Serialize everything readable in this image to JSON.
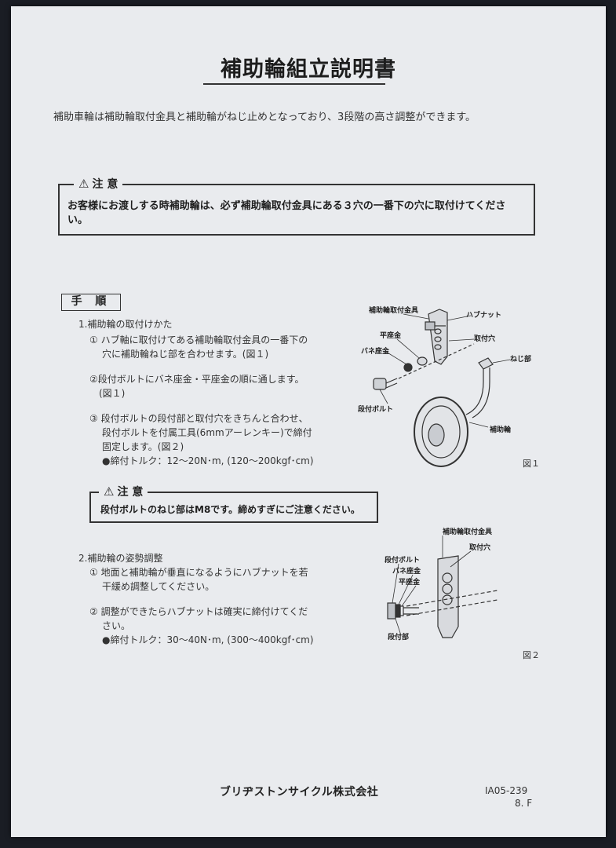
{
  "title": "補助輪組立説明書",
  "intro": "補助車輪は補助輪取付金具と補助輪がねじ止めとなっており、3段階の高さ調整ができます。",
  "caution_label": "注 意",
  "caution_main": "お客様にお渡しする時補助輪は、必ず補助輪取付金具にある３穴の一番下の穴に取付けてください。",
  "steps_label": "手 順",
  "section1": {
    "heading": "1.補助輪の取付けかた",
    "step1_line1": "① ハブ軸に取付けてある補助輪取付金具の一番下の",
    "step1_line2": "穴に補助輪ねじ部を合わせます。(図１)",
    "step2_line1": "②段付ボルトにバネ座金・平座金の順に通します。",
    "step2_line2": "(図１)",
    "step3_line1": "③ 段付ボルトの段付部と取付穴をきちんと合わせ、",
    "step3_line2": "段付ボルトを付属工具(6mmアーレンキー)で締付",
    "step3_line3": "固定します。(図２)",
    "torque": "●締付トルク：12〜20N･m, (120〜200kgf･cm)"
  },
  "caution2_label": "注 意",
  "caution2_text": "段付ボルトのねじ部はM8です。締めすぎにご注意ください。",
  "section2": {
    "heading": "2.補助輪の姿勢調整",
    "step1_line1": "① 地面と補助輪が垂直になるようにハブナットを若",
    "step1_line2": "干緩め調整してください。",
    "step2_line1": "② 調整ができたらハブナットは確実に締付けてくだ",
    "step2_line2": "さい。",
    "torque": "●締付トルク：30〜40N･m, (300〜400kgf･cm)"
  },
  "fig1": {
    "caption": "図１",
    "label_bracket": "補助輪取付金具",
    "label_hubnut": "ハブナット",
    "label_flat_washer": "平座金",
    "label_hole": "取付穴",
    "label_spring_washer": "バネ座金",
    "label_thread": "ねじ部",
    "label_bolt": "段付ボルト",
    "label_wheel": "補助輪"
  },
  "fig2": {
    "caption": "図２",
    "label_bracket": "補助輪取付金具",
    "label_hole": "取付穴",
    "label_bolt": "段付ボルト",
    "label_spring_washer": "バネ座金",
    "label_flat_washer": "平座金",
    "label_step": "段付部"
  },
  "company": "ブリヂストンサイクル株式会社",
  "doc_code": "IA05-239",
  "doc_rev": "8. F"
}
